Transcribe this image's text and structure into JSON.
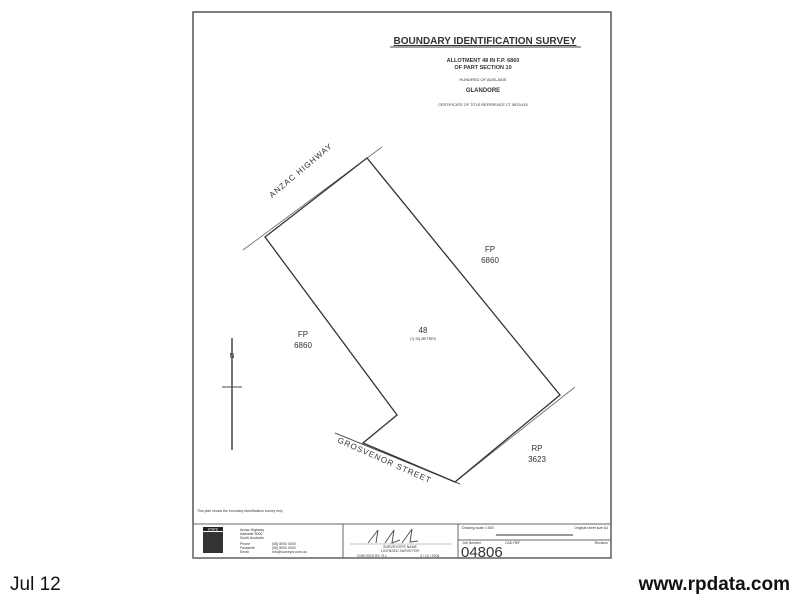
{
  "plan": {
    "title": "BOUNDARY IDENTIFICATION SURVEY",
    "allotment_line1": "ALLOTMENT 48 IN F.P. 6860",
    "allotment_line2": "OF PART SECTION 10",
    "hundred": "HUNDRED OF ADELAIDE",
    "suburb": "GLANDORE",
    "certificate": "CERTIFICATE OF TITLE REFERENCE CT 5870/415",
    "road_top": "ANZAC HIGHWAY",
    "road_bottom": "GROSVENOR STREET",
    "parcel_left": [
      "FP",
      "6860"
    ],
    "parcel_right": [
      "FP",
      "6860"
    ],
    "parcel_bottom_right": [
      "RP",
      "3623"
    ],
    "allotment_number": "48",
    "allotment_area": "(?) SQ METRES",
    "north": "N",
    "note": "This plan shows the boundary identification survey only"
  },
  "title_block": {
    "logo_text": "STATE",
    "address": [
      "Anzac Highway",
      "Adelaide 5000",
      "South Australia"
    ],
    "contact_labels": [
      "Phone",
      "Facsimile",
      "Email"
    ],
    "contact_values": [
      "(08) 8000 0000",
      "(08) 8000 0000",
      "info@surveyor.com.au"
    ],
    "surveyor": [
      "SURVEYOR'S NAME",
      "LICENSED SURVEYOR"
    ],
    "checked": "CHECKED BY: R.L.",
    "date": "4 / 12 / 2004",
    "scale_label": "Drawing scale 1:500",
    "sheet_size": "Original sheet size A4",
    "job_label": "Job Number",
    "cad_label": "CAD REF",
    "revision_label": "Revision",
    "job_number": "04806"
  },
  "caption": {
    "date": "Jul 12",
    "website": "www.rpdata.com"
  }
}
